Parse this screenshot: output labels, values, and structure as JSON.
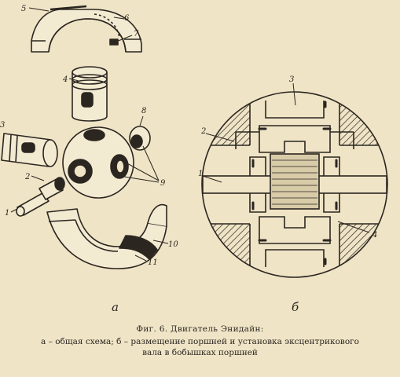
{
  "figure": {
    "caption_title": "Фиг. 6. Двигатель Энидайн:",
    "caption_line1": "а – общая схема; б – размещение поршней и установка эксцентрикового",
    "caption_line2": "вала в бобышках поршней",
    "subfig_a": "а",
    "subfig_b": "б",
    "left_labels": {
      "l1": "1",
      "l2": "2",
      "l3": "3",
      "l4": "4",
      "l5": "5",
      "l6": "6",
      "l7": "7",
      "l8": "8",
      "l9": "9",
      "l10": "10",
      "l11": "11"
    },
    "right_labels": {
      "r1": "1",
      "r2": "2",
      "r3": "3",
      "r4": "4"
    }
  }
}
